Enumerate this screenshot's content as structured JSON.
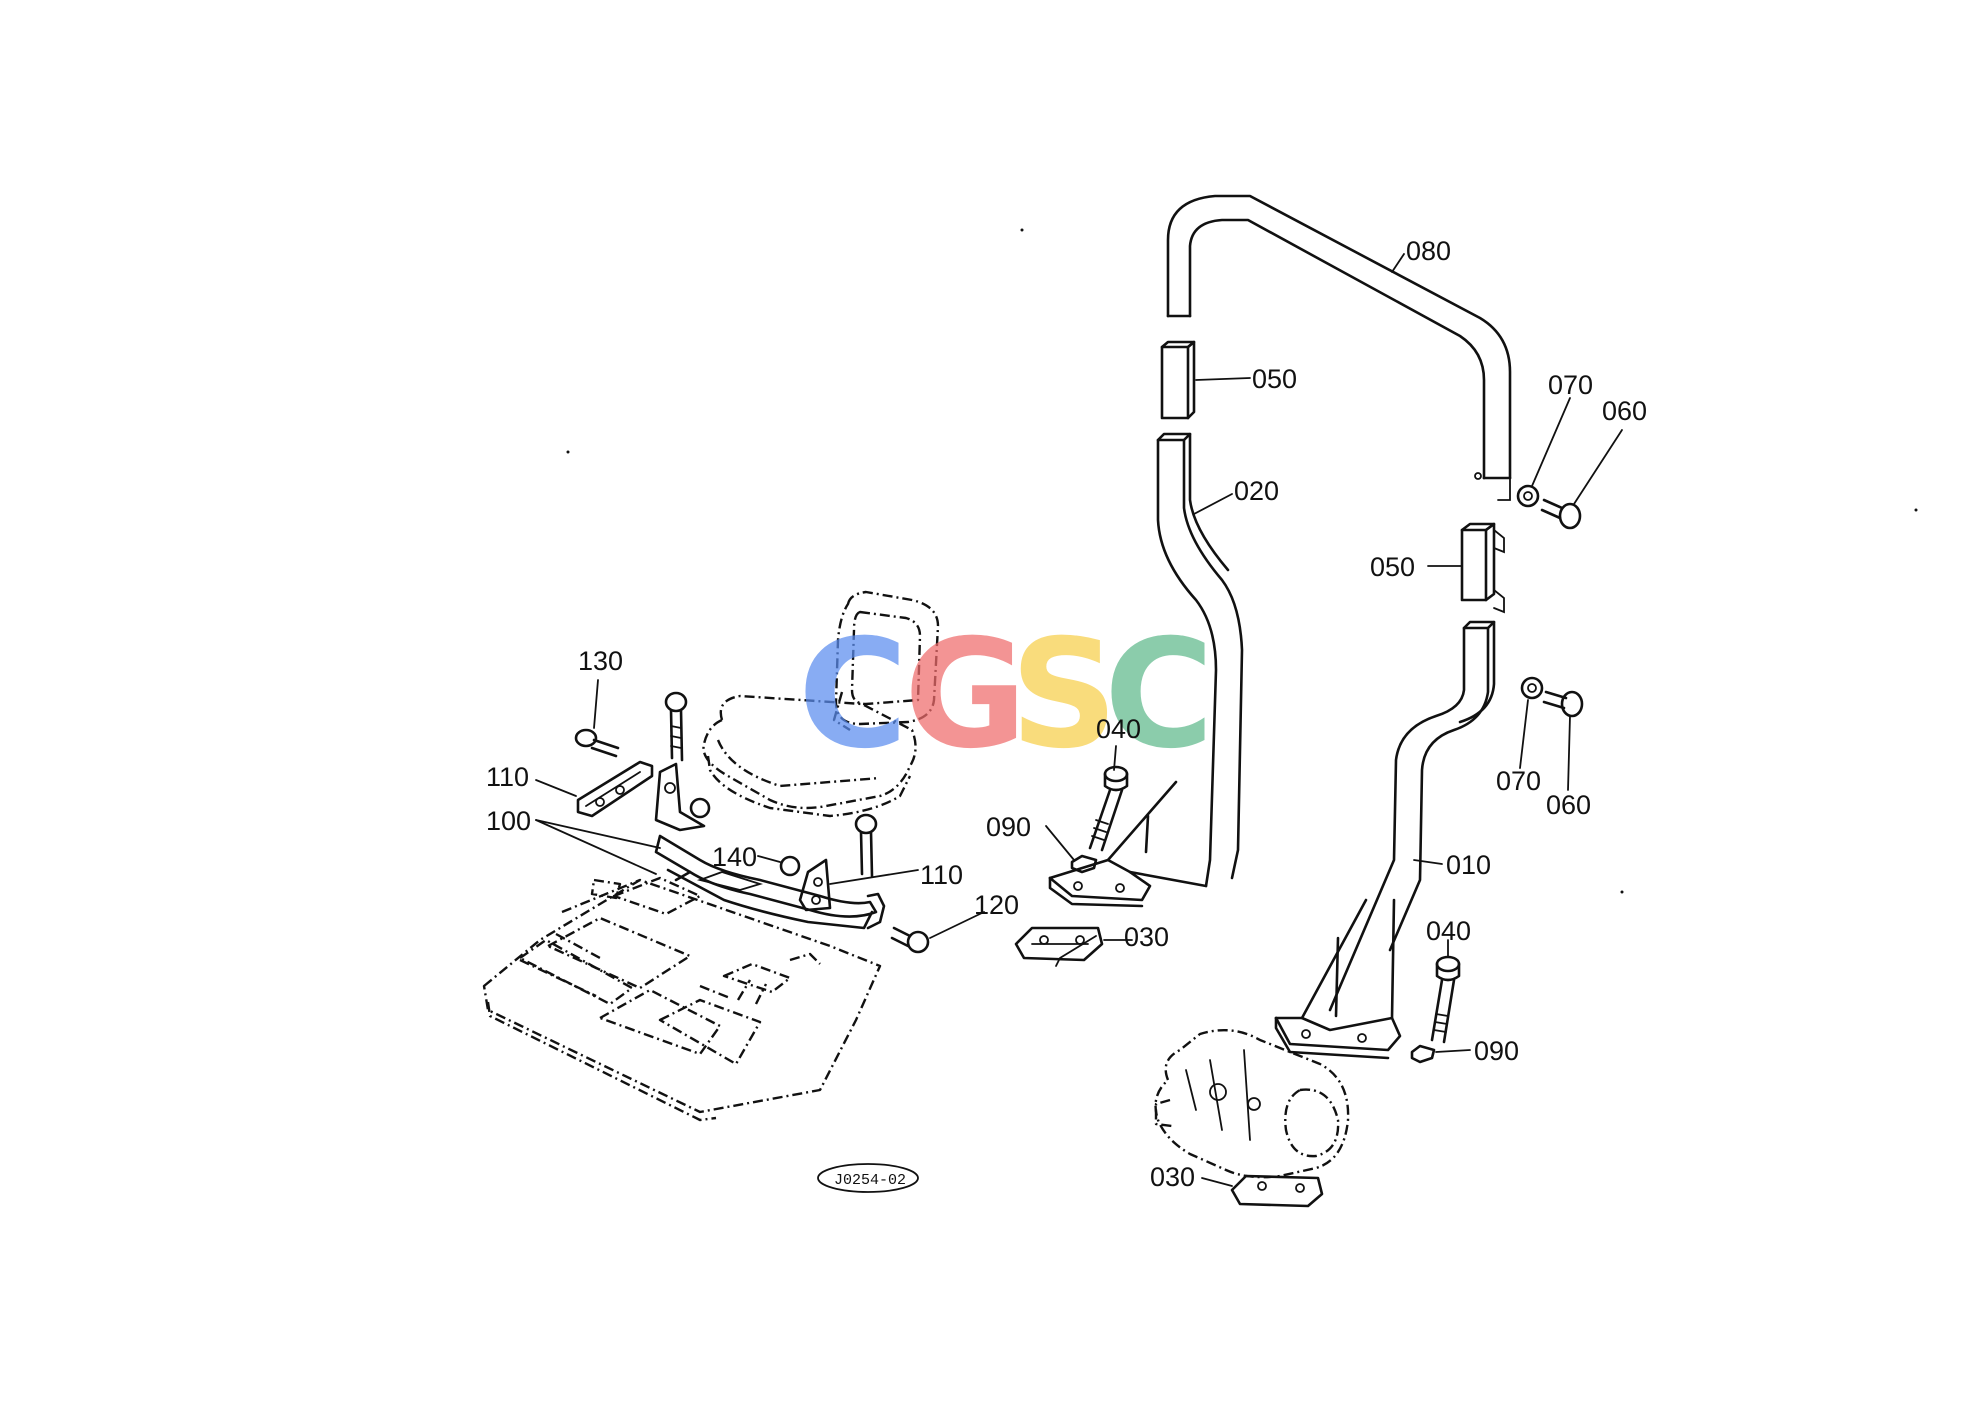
{
  "diagram": {
    "labels": [
      {
        "id": "L080a",
        "text": "080"
      },
      {
        "id": "L050a",
        "text": "050"
      },
      {
        "id": "L070a",
        "text": "070"
      },
      {
        "id": "L060a",
        "text": "060"
      },
      {
        "id": "L020",
        "text": "020"
      },
      {
        "id": "L050b",
        "text": "050"
      },
      {
        "id": "L130",
        "text": "130"
      },
      {
        "id": "L040a",
        "text": "040"
      },
      {
        "id": "L070b",
        "text": "070"
      },
      {
        "id": "L060b",
        "text": "060"
      },
      {
        "id": "L110a",
        "text": "110"
      },
      {
        "id": "L100",
        "text": "100"
      },
      {
        "id": "L090a",
        "text": "090"
      },
      {
        "id": "L140",
        "text": "140"
      },
      {
        "id": "L110b",
        "text": "110"
      },
      {
        "id": "L010",
        "text": "010"
      },
      {
        "id": "L120",
        "text": "120"
      },
      {
        "id": "L040b",
        "text": "040"
      },
      {
        "id": "L030a",
        "text": "030"
      },
      {
        "id": "L090b",
        "text": "090"
      },
      {
        "id": "L030b",
        "text": "030"
      }
    ],
    "figure_code": "J0254-02"
  },
  "watermark": {
    "letters": [
      "C",
      "G",
      "S",
      "C"
    ],
    "colors": [
      "#5b8def",
      "#ef6b6b",
      "#f7cf4a",
      "#5fb98c"
    ]
  }
}
